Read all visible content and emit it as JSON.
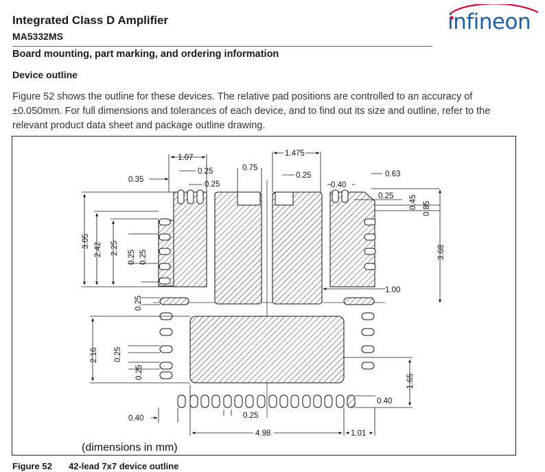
{
  "header": {
    "title": "Integrated Class D Amplifier",
    "part": "MA5332MS",
    "brand": "infineon"
  },
  "section_title": "Board mounting, part marking, and ordering information",
  "subsection_title": "Device outline",
  "paragraph": [
    "Figure 52 shows the outline for these devices. The relative pad positions are controlled to an accuracy of",
    "±0.050mm. For full dimensions and tolerances of each device, and to find out its size and outline, refer to the",
    "relevant product data sheet and package outline drawing."
  ],
  "figure": {
    "units_note": "(dimensions in mm)",
    "dimensions": {
      "d_1_07": "1.07",
      "d_0_35": "0.35",
      "d_0_25_a": "0.25",
      "d_0_25_b": "0.25",
      "d_0_75": "0.75",
      "d_1_475": "1.475",
      "d_0_25_c": "0.25",
      "d_0_40_a": "0.40",
      "d_0_63": "0.63",
      "d_0_25_d": "0.25",
      "d_0_45": "0.45",
      "d_0_85": "0.85",
      "d_3_05": "3.05",
      "d_2_42": "2.42",
      "d_2_25": "2.25",
      "d_0_25_e": "0.25",
      "d_0_25_f": "0.25",
      "d_3_68": "3.68",
      "d_1_00": "1.00",
      "d_0_25_g": "0.25",
      "d_2_16": "2.16",
      "d_0_25_h": "0.25",
      "d_0_25_i": "0.25",
      "d_1_65": "1.65",
      "d_0_40_b": "0.40",
      "d_0_40_c": "0.40",
      "d_0_25_j": "0.25",
      "d_4_98": "4.98",
      "d_1_01": "1.01"
    }
  },
  "caption": {
    "number": "Figure 52",
    "text": "42-lead 7x7 device outline"
  },
  "colors": {
    "brand_blue": "#1d5fa6",
    "brand_red": "#e30034"
  }
}
